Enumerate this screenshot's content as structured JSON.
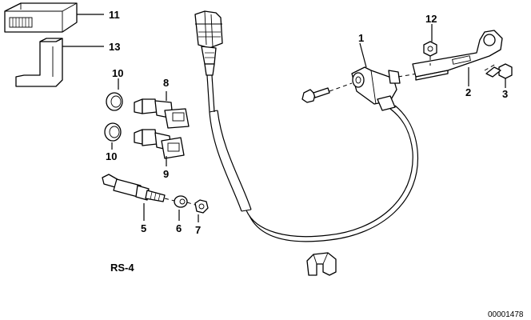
{
  "diagram": {
    "model_code": "RS-4",
    "drawing_number": "00001478",
    "callouts": [
      "1",
      "2",
      "3",
      "5",
      "6",
      "7",
      "8",
      "9",
      "10",
      "10",
      "11",
      "12",
      "13"
    ]
  }
}
